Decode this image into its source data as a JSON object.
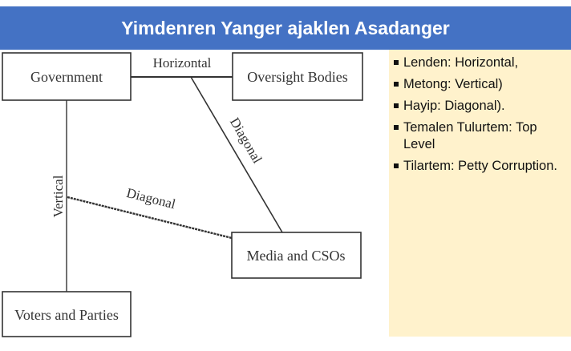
{
  "title": "Yimdenren Yanger ajaklen Asadanger",
  "diagram": {
    "nodes": {
      "government": "Government",
      "oversight": "Oversight Bodies",
      "media": "Media and CSOs",
      "voters": "Voters and Parties"
    },
    "edges": {
      "horizontal": "Horizontal",
      "vertical": "Vertical",
      "diagonal_upper": "Diagonal",
      "diagonal_lower": "Diagonal"
    }
  },
  "legend": {
    "items": [
      "Lenden: Horizontal,",
      "Metong: Vertical)",
      "Hayip: Diagonal).",
      "Temalen Tulurtem: Top Level",
      "Tilartem: Petty Corruption."
    ]
  },
  "colors": {
    "title_bg": "#4472c4",
    "panel_bg": "#fff2cc"
  }
}
